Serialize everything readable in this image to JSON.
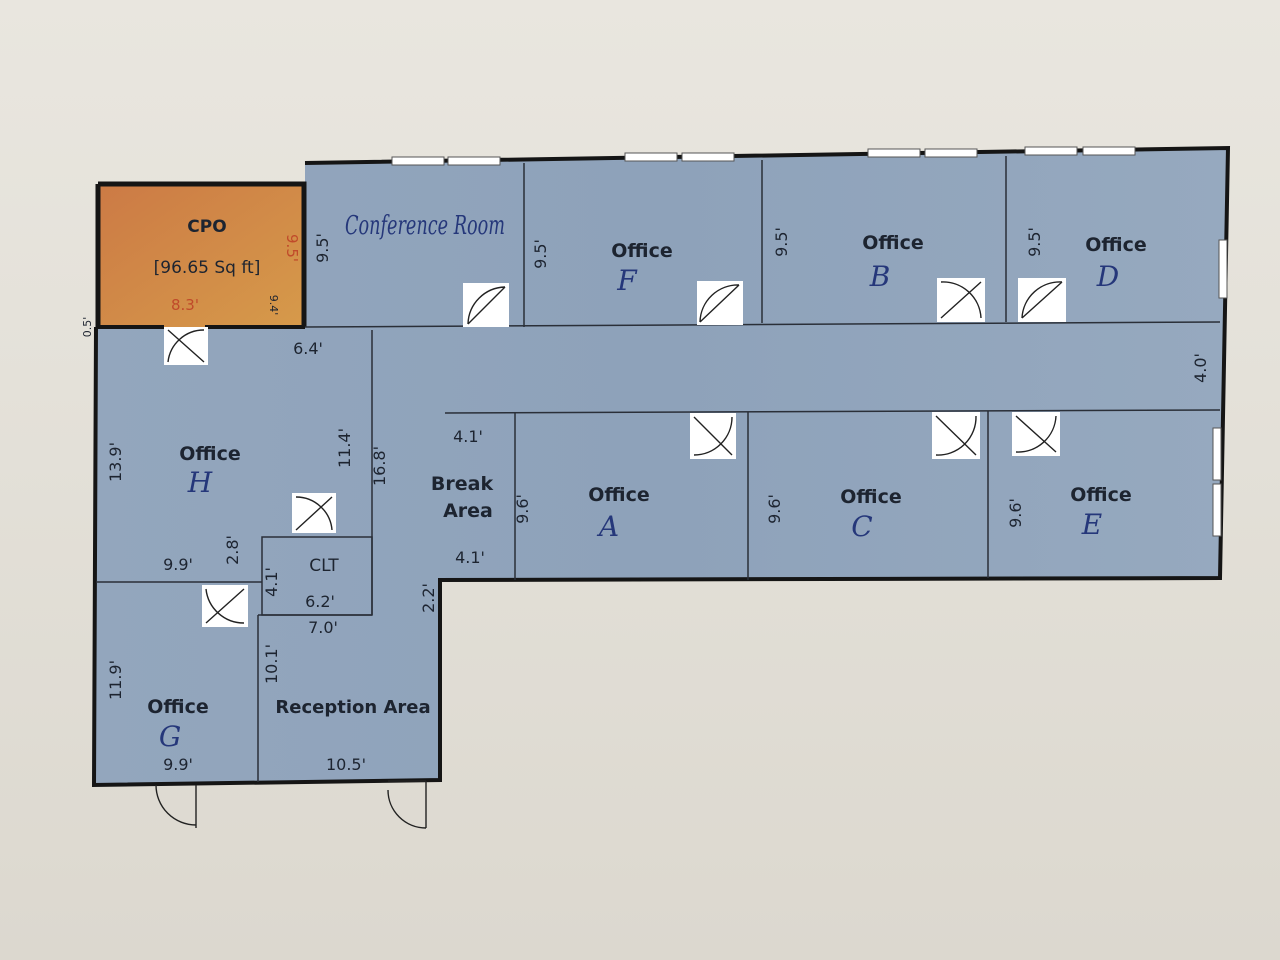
{
  "colors": {
    "floor": "#8fa3bb",
    "cpo_fill": "#cf8a4a",
    "wall": "#151515",
    "handwriting": "#25377a",
    "paper": "#e6e3dc"
  },
  "rooms": {
    "cpo": {
      "title": "CPO",
      "area": "[96.65 Sq ft]",
      "width": "8.3'",
      "height": "9.5'",
      "side": "9.4'",
      "wall": "0.5'"
    },
    "conference": {
      "handwritten": "Conference Room",
      "height": "9.5'"
    },
    "office_f": {
      "label": "Office",
      "letter": "F",
      "height": "9.5'"
    },
    "office_b": {
      "label": "Office",
      "letter": "B",
      "height": "9.5'"
    },
    "office_d": {
      "label": "Office",
      "letter": "D",
      "height": "9.5'"
    },
    "hall": {
      "width": "4.0'"
    },
    "office_h": {
      "label": "Office",
      "letter": "H",
      "top": "6.4'",
      "left": "13.9'",
      "right": "11.4'",
      "bottom": "9.9'",
      "jog": "2.8'"
    },
    "break_area": {
      "label_1": "Break",
      "label_2": "Area",
      "top": "4.1'",
      "bottom": "4.1'",
      "height": "16.8'"
    },
    "office_a": {
      "label": "Office",
      "letter": "A",
      "height": "9.6'"
    },
    "office_c": {
      "label": "Office",
      "letter": "C",
      "height": "9.6'"
    },
    "office_e": {
      "label": "Office",
      "letter": "E",
      "height": "9.6'"
    },
    "clt": {
      "label": "CLT",
      "width": "6.2'",
      "height": "4.1'"
    },
    "office_g": {
      "label": "Office",
      "letter": "G",
      "height": "11.9'",
      "width": "9.9'"
    },
    "reception": {
      "label": "Reception Area",
      "top": "7.0'",
      "height": "10.1'",
      "width": "10.5'",
      "step": "2.2'"
    }
  }
}
